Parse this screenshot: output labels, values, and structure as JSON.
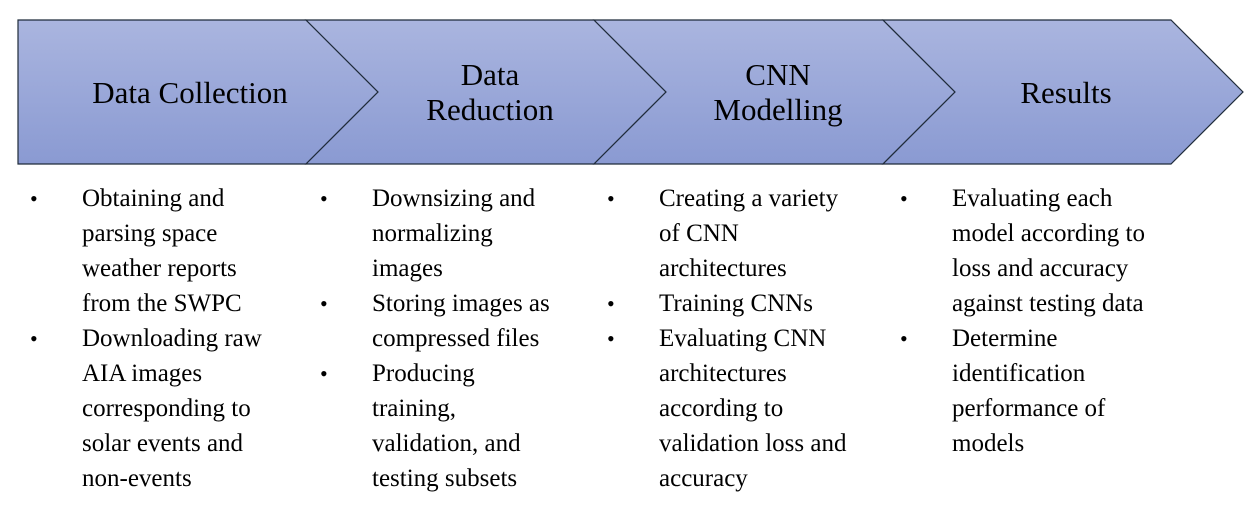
{
  "stages": [
    {
      "title": "Data Collection",
      "bullets": [
        "Obtaining and\nparsing space\nweather reports\nfrom the SWPC",
        "Downloading raw\nAIA images\ncorresponding to\nsolar events and\nnon-events"
      ]
    },
    {
      "title": "Data\nReduction",
      "bullets": [
        "Downsizing and\nnormalizing\nimages",
        "Storing images as\ncompressed files",
        "Producing\ntraining,\nvalidation, and\ntesting subsets"
      ]
    },
    {
      "title": "CNN\nModelling",
      "bullets": [
        "Creating a variety\nof CNN\narchitectures",
        "Training CNNs",
        "Evaluating CNN\narchitectures\naccording to\nvalidation loss and\naccuracy"
      ]
    },
    {
      "title": "Results",
      "bullets": [
        "Evaluating each\nmodel according to\nloss and accuracy\nagainst testing data",
        "Determine\nidentification\nperformance of\nmodels"
      ]
    }
  ],
  "colors": {
    "arrow_fill_top": "#aab5df",
    "arrow_fill_bottom": "#8a9ad2",
    "arrow_stroke": "#1f2b3a"
  },
  "bullet_glyph": "•"
}
